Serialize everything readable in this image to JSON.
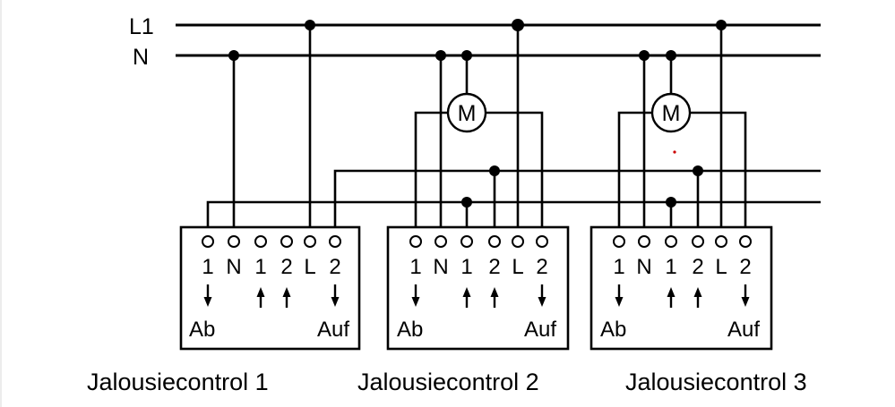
{
  "bus_labels": {
    "l1": "L1",
    "n": "N"
  },
  "motor_label": "M",
  "controllers": [
    {
      "caption": "Jalousiecontrol 1",
      "terminals": [
        "1",
        "N",
        "1",
        "2",
        "L",
        "2"
      ],
      "arrows": [
        "down",
        "none",
        "up",
        "up",
        "none",
        "down"
      ],
      "down_label": "Ab",
      "up_label": "Auf"
    },
    {
      "caption": "Jalousiecontrol 2",
      "terminals": [
        "1",
        "N",
        "1",
        "2",
        "L",
        "2"
      ],
      "arrows": [
        "down",
        "none",
        "up",
        "up",
        "none",
        "down"
      ],
      "down_label": "Ab",
      "up_label": "Auf"
    },
    {
      "caption": "Jalousiecontrol 3",
      "terminals": [
        "1",
        "N",
        "1",
        "2",
        "L",
        "2"
      ],
      "arrows": [
        "down",
        "none",
        "up",
        "up",
        "none",
        "down"
      ],
      "down_label": "Ab",
      "up_label": "Auf"
    }
  ],
  "colors": {
    "line": "#000000",
    "background": "#ffffff",
    "marker": "#cc0000"
  }
}
